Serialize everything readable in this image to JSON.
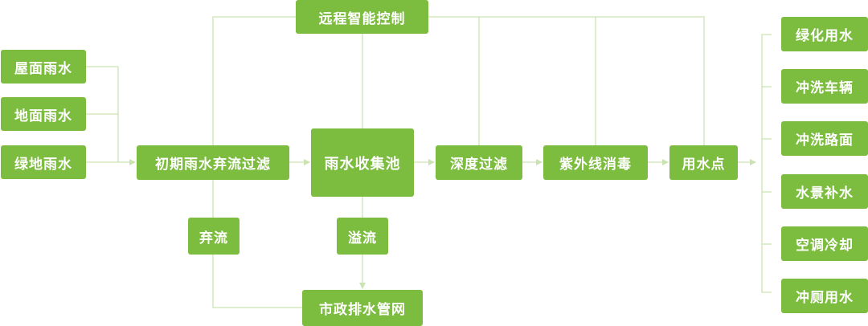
{
  "colors": {
    "node": "#7cbc3e",
    "line": "#c9e4b0",
    "text": "#ffffff"
  },
  "diagram": {
    "remote_control": "远程智能控制",
    "sources": [
      "屋面雨水",
      "地面雨水",
      "绿地雨水"
    ],
    "first_flush": "初期雨水弃流过滤",
    "collection_tank": "雨水收集池",
    "deep_filter": "深度过滤",
    "uv_disinfection": "紫外线消毒",
    "use_point": "用水点",
    "discard": "弃流",
    "overflow": "溢流",
    "municipal_drain": "市政排水管网",
    "uses": [
      "绿化用水",
      "冲洗车辆",
      "冲洗路面",
      "水景补水",
      "空调冷却",
      "冲厕用水"
    ]
  }
}
